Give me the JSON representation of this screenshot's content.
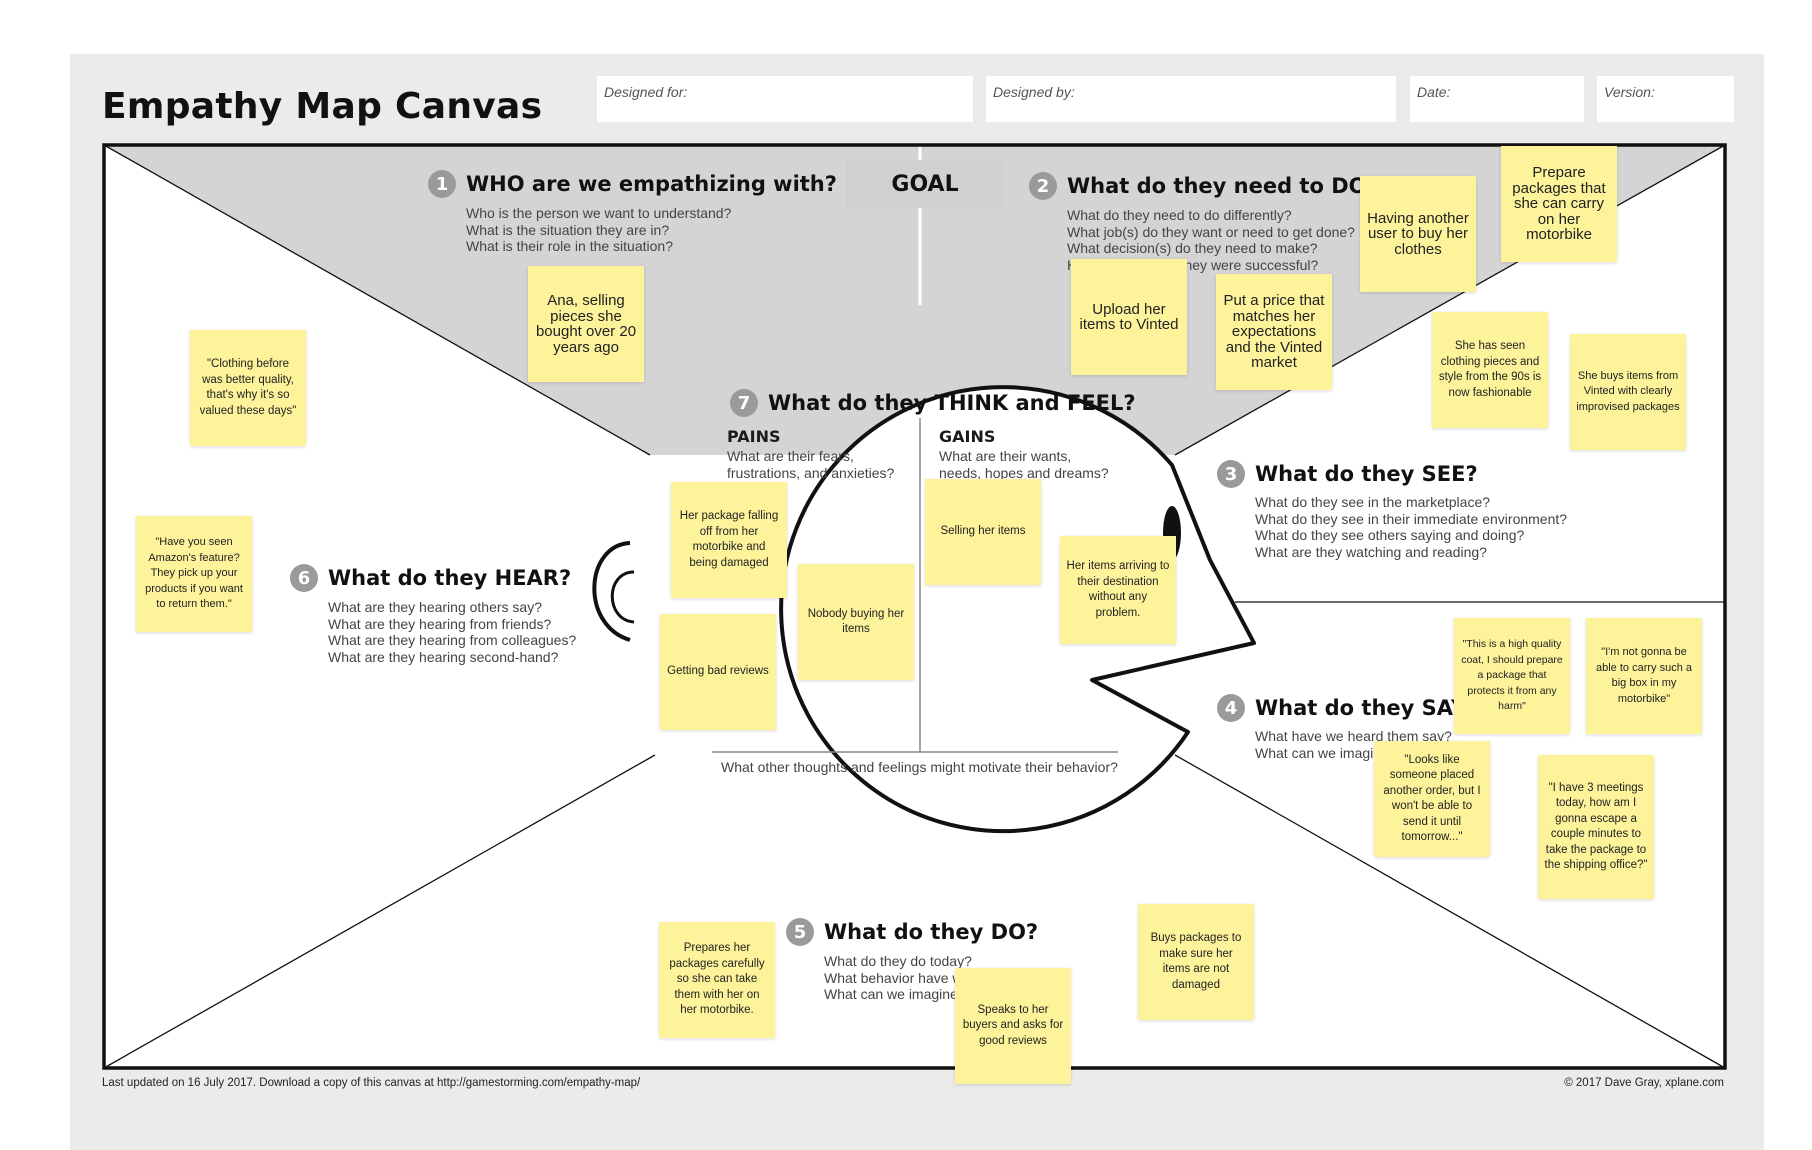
{
  "title": "Empathy Map Canvas",
  "fields": {
    "designed_for": "Designed for:",
    "designed_by": "Designed by:",
    "date": "Date:",
    "version": "Version:"
  },
  "goal": "GOAL",
  "sections": {
    "who": {
      "num": "1",
      "title": "WHO are we empathizing with?",
      "questions": [
        "Who is the person we want to understand?",
        "What is the situation they are in?",
        "What is their role in the situation?"
      ]
    },
    "do_need": {
      "num": "2",
      "title": "What do they need to DO?",
      "questions": [
        "What do they need to do differently?",
        "What job(s) do they want or need to get done?",
        "What decision(s) do they need to make?",
        "How will we know they were successful?"
      ]
    },
    "see": {
      "num": "3",
      "title": "What do they SEE?",
      "questions": [
        "What do they see in the marketplace?",
        "What do they see in their immediate environment?",
        "What do they see others saying and doing?",
        "What are they watching and reading?"
      ]
    },
    "say": {
      "num": "4",
      "title": "What do they SAY?",
      "questions": [
        "What have we heard them say?",
        "What can we imagine them saying?"
      ]
    },
    "do_today": {
      "num": "5",
      "title": "What do they DO?",
      "questions": [
        "What do they do today?",
        "What behavior have we observed?",
        "What can we imagine them doing?"
      ]
    },
    "hear": {
      "num": "6",
      "title": "What do they HEAR?",
      "questions": [
        "What are they hearing others say?",
        "What are they hearing from friends?",
        "What are they hearing from colleagues?",
        "What are they hearing second-hand?"
      ]
    },
    "think": {
      "num": "7",
      "title": "What do they THINK and FEEL?",
      "pains_title": "PAINS",
      "pains_questions": [
        "What are their fears,",
        "frustrations, and anxieties?"
      ],
      "gains_title": "GAINS",
      "gains_questions": [
        "What are their wants,",
        "needs, hopes and dreams?"
      ],
      "bottom": "What other thoughts and feelings might motivate their behavior?"
    }
  },
  "notes": {
    "who_1": "Ana, selling pieces she bought over 20 years ago",
    "do_1": "Having another user to buy her clothes",
    "do_2": "Prepare packages that she can carry on her motorbike",
    "do_3": "Upload her items to Vinted",
    "do_4": "Put a price that matches her expectations and the Vinted market",
    "see_1": "She has seen clothing pieces and style from the 90s is now fashionable",
    "see_2": "She buys items from Vinted with clearly improvised packages",
    "hear_1": "\"Clothing before was better quality, that's why it's so valued these days\"",
    "hear_2": "\"Have you seen Amazon's feature? They pick up your products if you want to return them.\"",
    "pain_1": "Her package falling off from her motorbike and being damaged",
    "pain_2": "Nobody buying her items",
    "pain_3": "Getting bad reviews",
    "gain_1": "Selling her items",
    "gain_2": "Her items arriving to their destination without any problem.",
    "say_1": "\"This is a high quality coat, I should prepare a package that protects it from any harm\"",
    "say_2": "\"I'm not gonna be able to carry such a big box in my motorbike\"",
    "say_3": "\"Looks like someone placed another order, but I won't be able to send it until tomorrow...\"",
    "say_4": "\"I have 3 meetings today, how am I gonna escape a couple minutes to take the package to the shipping office?\"",
    "dotoday_1": "Prepares her packages carefully so she can take them with her on her motorbike.",
    "dotoday_2": "Speaks to her buyers and asks for good reviews",
    "dotoday_3": "Buys packages to make sure her items are not damaged"
  },
  "footer": {
    "left": "Last updated on 16 July 2017. Download a copy of this canvas at http://gamestorming.com/empathy-map/",
    "right": "© 2017 Dave Gray, xplane.com"
  }
}
